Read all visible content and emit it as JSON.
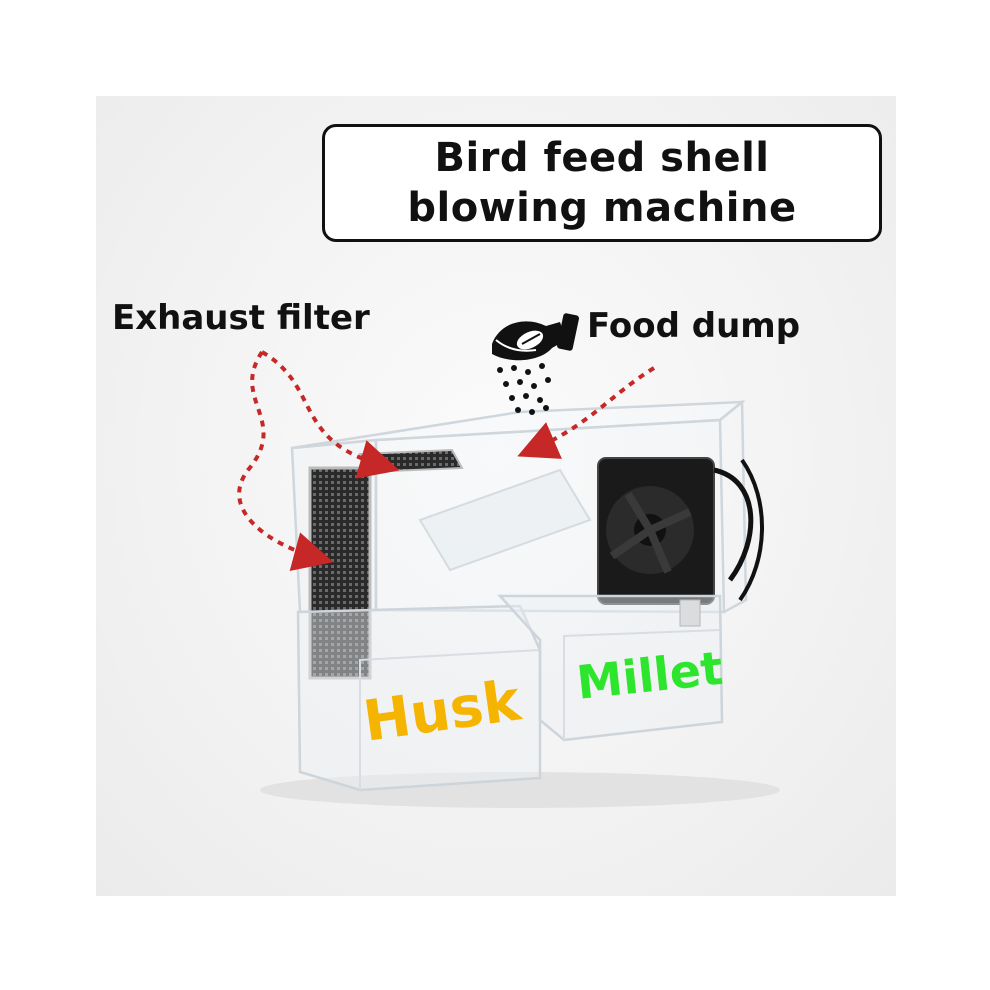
{
  "title": {
    "line1": "Bird feed shell",
    "line2": "blowing machine"
  },
  "labels": {
    "exhaust_filter": "Exhaust filter",
    "food_dump": "Food dump",
    "husk": "Husk",
    "millet": "Millet"
  },
  "colors": {
    "arrow": "#c62828",
    "husk": "#f4b400",
    "millet": "#2ee52e",
    "outline": "#111111"
  },
  "icons": [
    "hand-pouring-seeds-icon",
    "falling-seeds-icon"
  ]
}
